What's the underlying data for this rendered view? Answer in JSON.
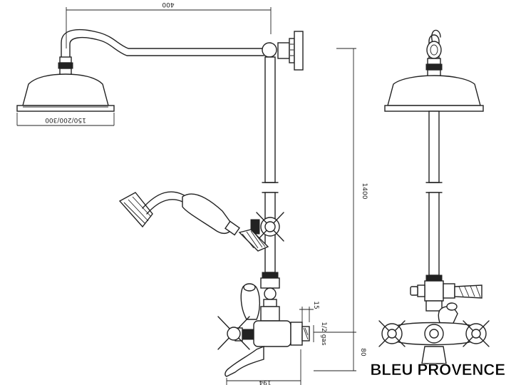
{
  "dimensions": {
    "arm_length": "400",
    "head_diameter": "150/200/300",
    "column_height": "1400",
    "thread_size": "1/2 gas",
    "offset": "15",
    "bottom_offset": "80",
    "spout_length": "194"
  },
  "brand": {
    "logo_text": "BLEU PROVENCE"
  }
}
